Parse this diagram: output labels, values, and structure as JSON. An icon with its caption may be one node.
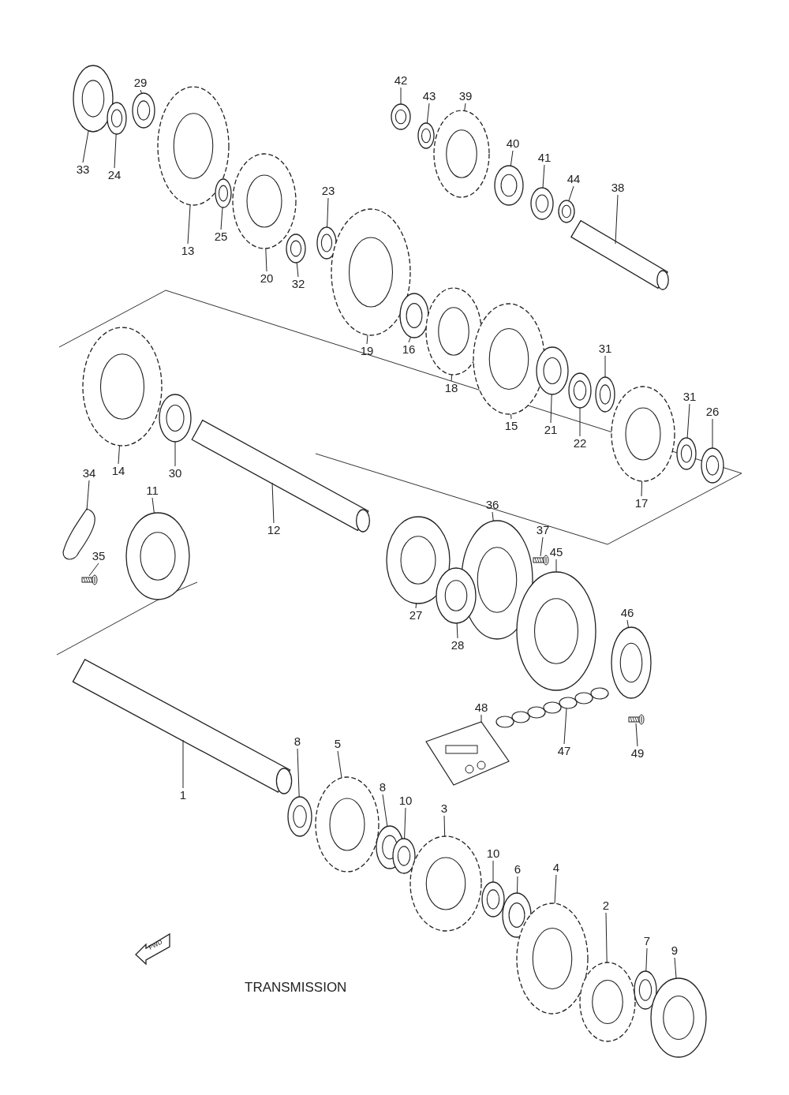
{
  "diagram": {
    "title": "TRANSMISSION",
    "nodes": [
      {
        "text": [
          "33"
        ]
      },
      {
        "text": [
          "29"
        ]
      },
      {
        "text": [
          "24"
        ]
      },
      {
        "text": [
          "13"
        ]
      },
      {
        "text": [
          "25"
        ]
      },
      {
        "text": [
          "20"
        ]
      },
      {
        "text": [
          "32"
        ]
      },
      {
        "text": [
          "23"
        ]
      },
      {
        "text": [
          "42"
        ]
      },
      {
        "text": [
          "43"
        ]
      },
      {
        "text": [
          "39"
        ]
      },
      {
        "text": [
          "40"
        ]
      },
      {
        "text": [
          "41"
        ]
      },
      {
        "text": [
          "44"
        ]
      },
      {
        "text": [
          "38"
        ]
      },
      {
        "text": [
          "19"
        ]
      },
      {
        "text": [
          "16"
        ]
      },
      {
        "text": [
          "18"
        ]
      },
      {
        "text": [
          "15"
        ]
      },
      {
        "text": [
          "31"
        ]
      },
      {
        "text": [
          "21"
        ]
      },
      {
        "text": [
          "22"
        ]
      },
      {
        "text": [
          "31"
        ]
      },
      {
        "text": [
          "26"
        ]
      },
      {
        "text": [
          "17"
        ]
      },
      {
        "text": [
          "14"
        ]
      },
      {
        "text": [
          "30"
        ]
      },
      {
        "text": [
          "12"
        ]
      },
      {
        "text": [
          "34"
        ]
      },
      {
        "text": [
          "11"
        ]
      },
      {
        "text": [
          "35"
        ]
      },
      {
        "text": [
          "36"
        ]
      },
      {
        "text": [
          "37"
        ]
      },
      {
        "text": [
          "45"
        ]
      },
      {
        "text": [
          "27"
        ]
      },
      {
        "text": [
          "28"
        ]
      },
      {
        "text": [
          "46"
        ]
      },
      {
        "text": [
          "48"
        ]
      },
      {
        "text": [
          "47"
        ]
      },
      {
        "text": [
          "49"
        ]
      },
      {
        "text": [
          "1"
        ]
      },
      {
        "text": [
          "8"
        ]
      },
      {
        "text": [
          "5"
        ]
      },
      {
        "text": [
          "8"
        ]
      },
      {
        "text": [
          "10"
        ]
      },
      {
        "text": [
          "3"
        ]
      },
      {
        "text": [
          "10"
        ]
      },
      {
        "text": [
          "6"
        ]
      },
      {
        "text": [
          "4"
        ]
      },
      {
        "text": [
          "2"
        ]
      },
      {
        "text": [
          "7"
        ]
      },
      {
        "text": [
          "9"
        ]
      },
      {
        "text": [],
        "shape": "picture"
      },
      {
        "text": [],
        "shape": "picture"
      },
      {
        "text": [],
        "shape": "picture"
      },
      {
        "text": [],
        "shape": "picture"
      },
      {
        "text": [],
        "shape": "picture"
      },
      {
        "text": [],
        "shape": "picture"
      },
      {
        "text": [],
        "shape": "picture"
      },
      {
        "text": [],
        "shape": "picture"
      },
      {
        "text": [],
        "shape": "picture"
      },
      {
        "text": [],
        "shape": "picture"
      },
      {
        "text": [],
        "shape": "picture"
      },
      {
        "text": [],
        "shape": "picture"
      },
      {
        "text": [],
        "shape": "picture"
      },
      {
        "text": [],
        "shape": "picture"
      },
      {
        "text": [],
        "shape": "picture"
      },
      {
        "text": [],
        "shape": "picture"
      },
      {
        "text": [],
        "shape": "picture"
      },
      {
        "text": [],
        "shape": "picture"
      },
      {
        "text": [],
        "shape": "picture"
      },
      {
        "text": [],
        "shape": "picture"
      },
      {
        "text": [],
        "shape": "picture"
      },
      {
        "text": [],
        "shape": "picture"
      },
      {
        "text": [],
        "shape": "picture"
      },
      {
        "text": [],
        "shape": "picture"
      },
      {
        "text": [],
        "shape": "picture"
      },
      {
        "text": [],
        "shape": "picture"
      },
      {
        "text": [],
        "shape": "picture"
      },
      {
        "text": [],
        "shape": "picture"
      },
      {
        "text": [],
        "shape": "picture"
      },
      {
        "text": [],
        "shape": "picture"
      },
      {
        "text": [],
        "shape": "picture"
      },
      {
        "text": [],
        "shape": "picture"
      },
      {
        "text": [],
        "shape": "picture"
      },
      {
        "text": [],
        "shape": "picture"
      },
      {
        "text": [],
        "shape": "picture"
      },
      {
        "text": [],
        "shape": "picture"
      },
      {
        "text": [],
        "shape": "picture"
      },
      {
        "text": [],
        "shape": "picture"
      },
      {
        "text": [],
        "shape": "picture"
      },
      {
        "text": [],
        "shape": "picture"
      },
      {
        "text": [],
        "shape": "picture"
      },
      {
        "text": [],
        "shape": "picture"
      },
      {
        "text": [],
        "shape": "picture"
      },
      {
        "text": [],
        "shape": "picture"
      },
      {
        "text": [],
        "shape": "picture"
      },
      {
        "text": [],
        "shape": "picture"
      },
      {
        "text": [],
        "shape": "picture"
      },
      {
        "text": [],
        "shape": "picture"
      },
      {
        "text": [],
        "shape": "picture"
      },
      {
        "text": [],
        "shape": "picture"
      },
      {
        "text": [],
        "shape": "picture"
      },
      {
        "text": [],
        "shape": "picture"
      }
    ],
    "edges": [
      {
        "from": 0,
        "to": 52,
        "arrow": "none"
      },
      {
        "from": 1,
        "to": 53,
        "arrow": "none"
      },
      {
        "from": 2,
        "to": 54,
        "arrow": "none"
      },
      {
        "from": 3,
        "to": 55,
        "arrow": "none"
      },
      {
        "from": 4,
        "to": 56,
        "arrow": "none"
      },
      {
        "from": 5,
        "to": 57,
        "arrow": "none"
      },
      {
        "from": 6,
        "to": 58,
        "arrow": "none"
      },
      {
        "from": 7,
        "to": 59,
        "arrow": "none"
      },
      {
        "from": 8,
        "to": 60,
        "arrow": "none"
      },
      {
        "from": 9,
        "to": 61,
        "arrow": "none"
      },
      {
        "from": 10,
        "to": 62,
        "arrow": "none"
      },
      {
        "from": 11,
        "to": 63,
        "arrow": "none"
      },
      {
        "from": 12,
        "to": 64,
        "arrow": "none"
      },
      {
        "from": 13,
        "to": 65,
        "arrow": "none"
      },
      {
        "from": 14,
        "to": 66,
        "arrow": "none"
      },
      {
        "from": 15,
        "to": 67,
        "arrow": "none"
      },
      {
        "from": 16,
        "to": 68,
        "arrow": "none"
      },
      {
        "from": 17,
        "to": 69,
        "arrow": "none"
      },
      {
        "from": 18,
        "to": 70,
        "arrow": "none"
      },
      {
        "from": 19,
        "to": 71,
        "arrow": "none"
      },
      {
        "from": 20,
        "to": 72,
        "arrow": "none"
      },
      {
        "from": 21,
        "to": 73,
        "arrow": "none"
      },
      {
        "from": 22,
        "to": 74,
        "arrow": "none"
      },
      {
        "from": 23,
        "to": 75,
        "arrow": "none"
      },
      {
        "from": 24,
        "to": 76,
        "arrow": "none"
      },
      {
        "from": 25,
        "to": 77,
        "arrow": "none"
      },
      {
        "from": 26,
        "to": 78,
        "arrow": "none"
      },
      {
        "from": 27,
        "to": 79,
        "arrow": "none"
      },
      {
        "from": 28,
        "to": 80,
        "arrow": "none"
      },
      {
        "from": 29,
        "to": 81,
        "arrow": "none"
      },
      {
        "from": 30,
        "to": 82,
        "arrow": "none"
      },
      {
        "from": 31,
        "to": 83,
        "arrow": "none"
      },
      {
        "from": 32,
        "to": 84,
        "arrow": "none"
      },
      {
        "from": 33,
        "to": 85,
        "arrow": "none"
      },
      {
        "from": 34,
        "to": 86,
        "arrow": "none"
      },
      {
        "from": 35,
        "to": 87,
        "arrow": "none"
      },
      {
        "from": 36,
        "to": 88,
        "arrow": "none"
      },
      {
        "from": 37,
        "to": 89,
        "arrow": "none"
      },
      {
        "from": 38,
        "to": 90,
        "arrow": "none"
      },
      {
        "from": 39,
        "to": 91,
        "arrow": "none"
      },
      {
        "from": 40,
        "to": 92,
        "arrow": "none"
      },
      {
        "from": 41,
        "to": 93,
        "arrow": "none"
      },
      {
        "from": 42,
        "to": 94,
        "arrow": "none"
      },
      {
        "from": 43,
        "to": 95,
        "arrow": "none"
      },
      {
        "from": 44,
        "to": 96,
        "arrow": "none"
      },
      {
        "from": 45,
        "to": 97,
        "arrow": "none"
      },
      {
        "from": 46,
        "to": 98,
        "arrow": "none"
      },
      {
        "from": 47,
        "to": 99,
        "arrow": "none"
      },
      {
        "from": 48,
        "to": 100,
        "arrow": "none"
      },
      {
        "from": 49,
        "to": 101,
        "arrow": "none"
      },
      {
        "from": 50,
        "to": 102,
        "arrow": "none"
      },
      {
        "from": 51,
        "to": 103,
        "arrow": "none"
      }
    ],
    "labels": [
      "FWD"
    ]
  }
}
